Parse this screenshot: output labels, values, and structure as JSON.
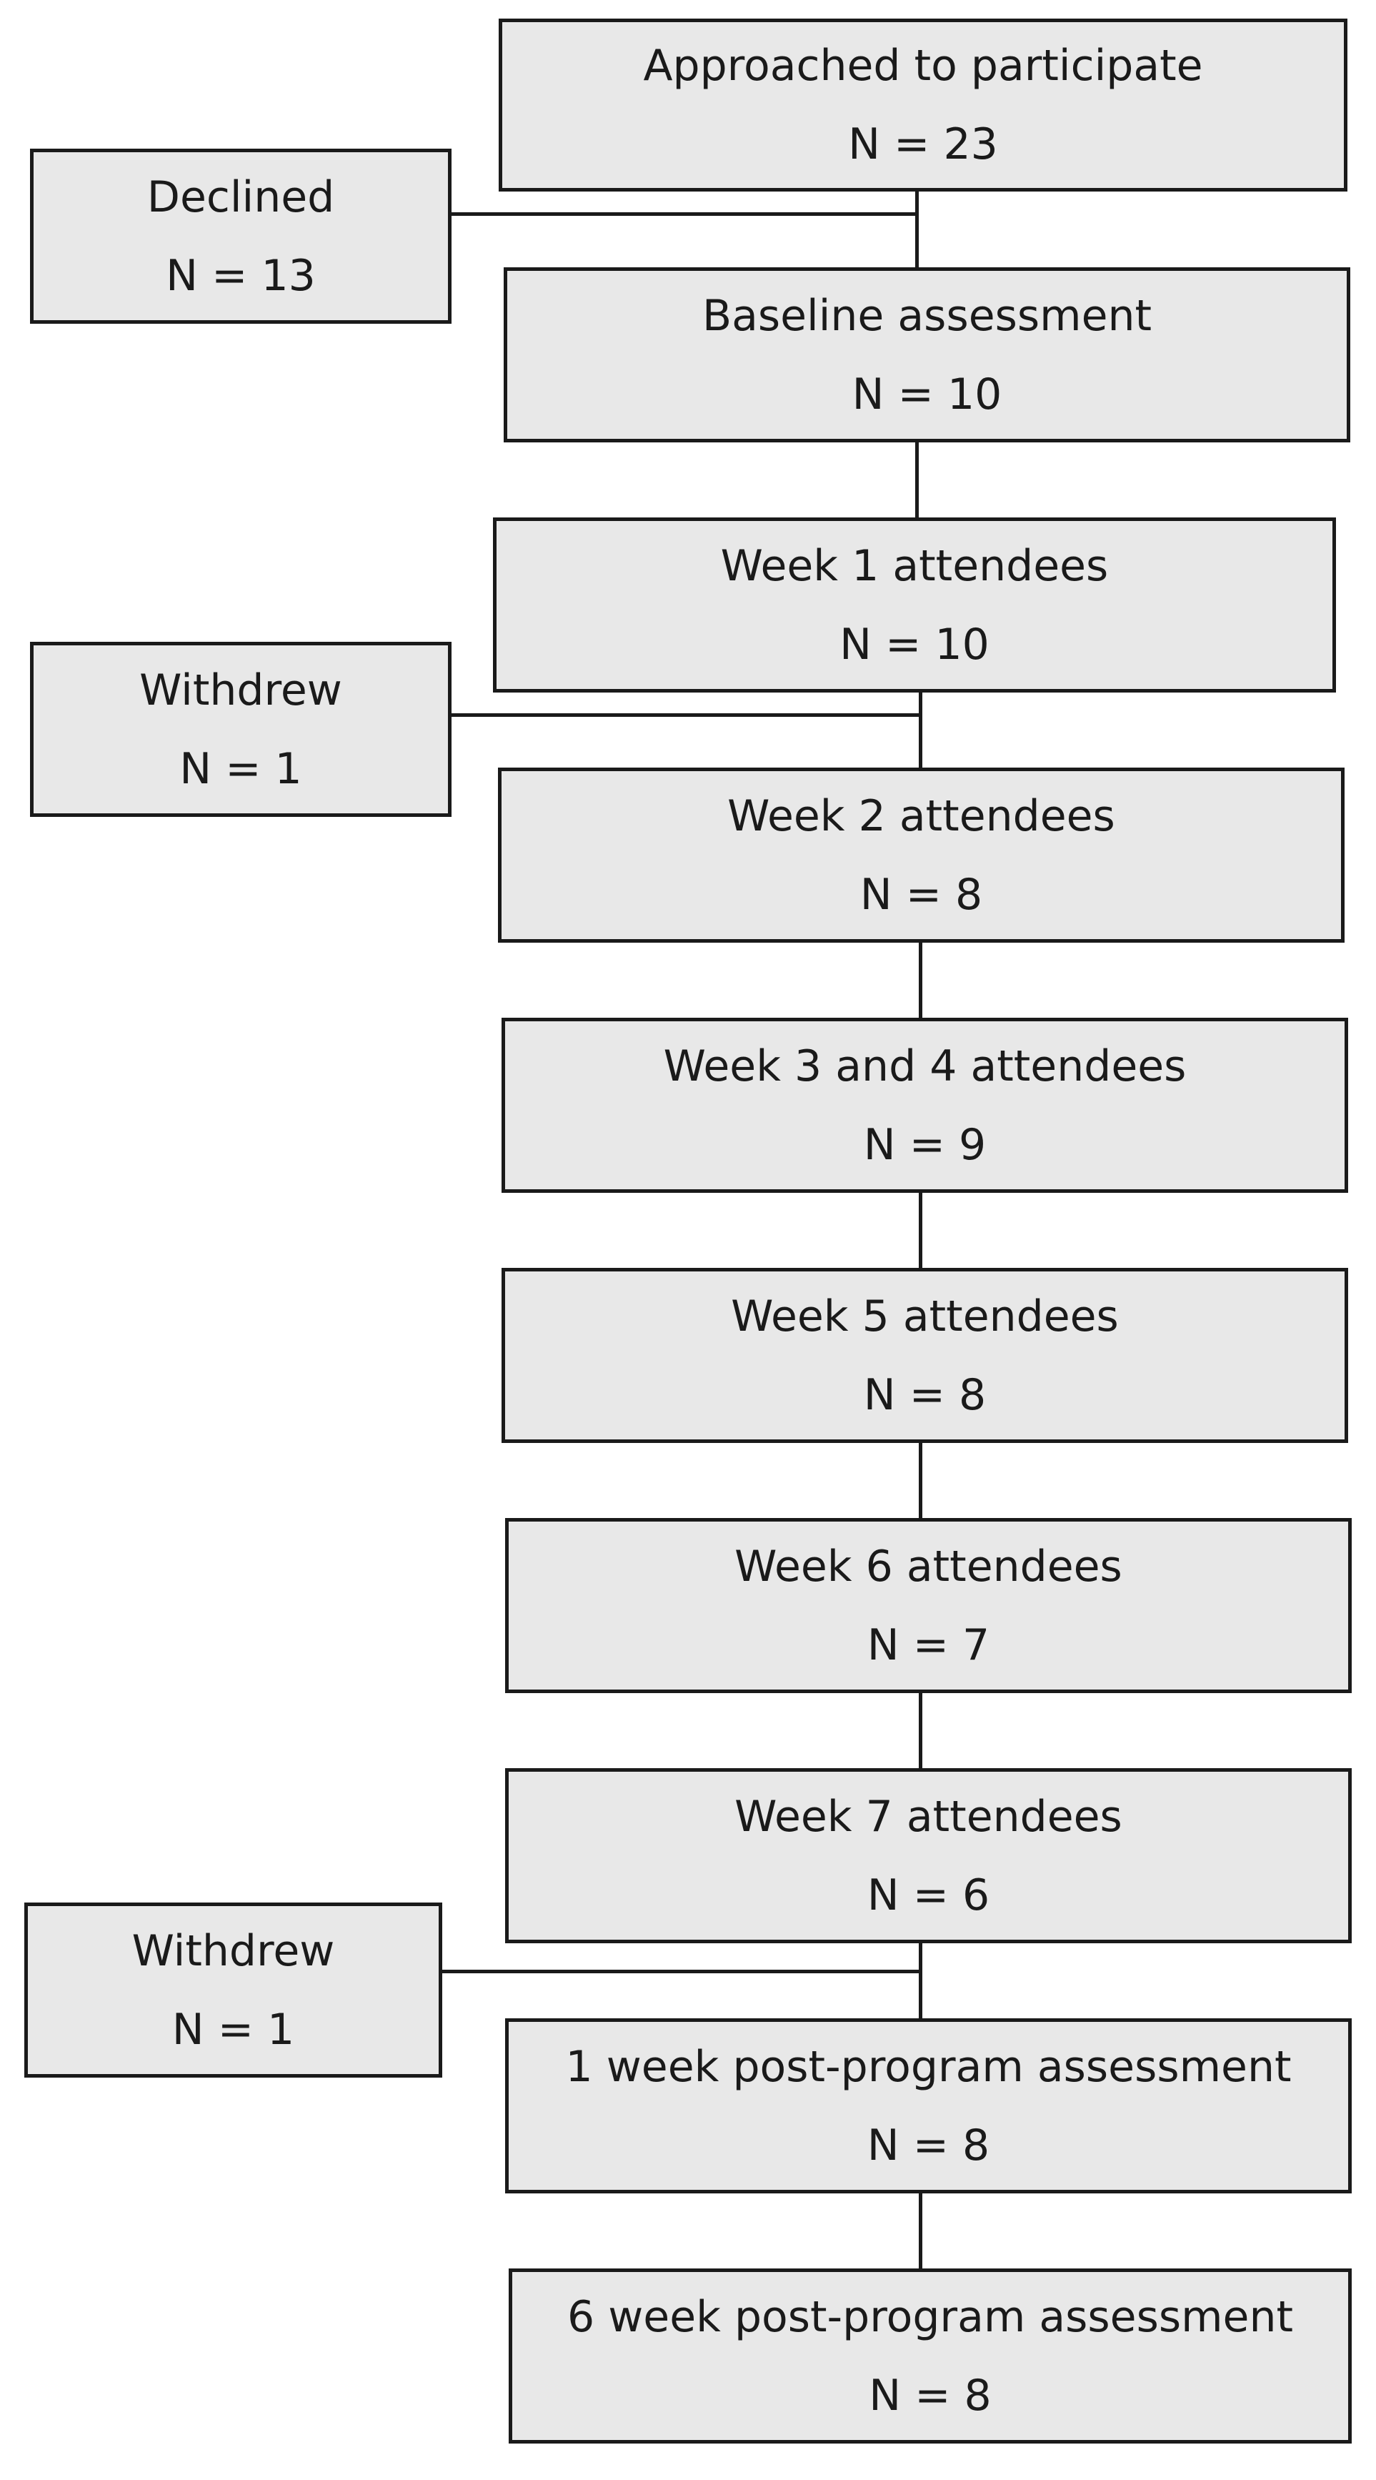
{
  "flow": {
    "approached": {
      "title": "Approached to participate",
      "n": "N = 23"
    },
    "declined": {
      "title": "Declined",
      "n": "N = 13"
    },
    "baseline": {
      "title": "Baseline assessment",
      "n": "N = 10"
    },
    "week1": {
      "title": "Week 1 attendees",
      "n": "N = 10"
    },
    "withdrew1": {
      "title": "Withdrew",
      "n": "N = 1"
    },
    "week2": {
      "title": "Week 2 attendees",
      "n": "N = 8"
    },
    "week34": {
      "title": "Week 3 and 4 attendees",
      "n": "N = 9"
    },
    "week5": {
      "title": "Week 5 attendees",
      "n": "N = 8"
    },
    "week6": {
      "title": "Week 6 attendees",
      "n": "N = 7"
    },
    "week7": {
      "title": "Week 7 attendees",
      "n": "N = 6"
    },
    "withdrew2": {
      "title": "Withdrew",
      "n": "N = 1"
    },
    "post1": {
      "title": "1 week post-program assessment",
      "n": "N = 8"
    },
    "post6": {
      "title": "6 week post-program assessment",
      "n": "N = 8"
    }
  }
}
